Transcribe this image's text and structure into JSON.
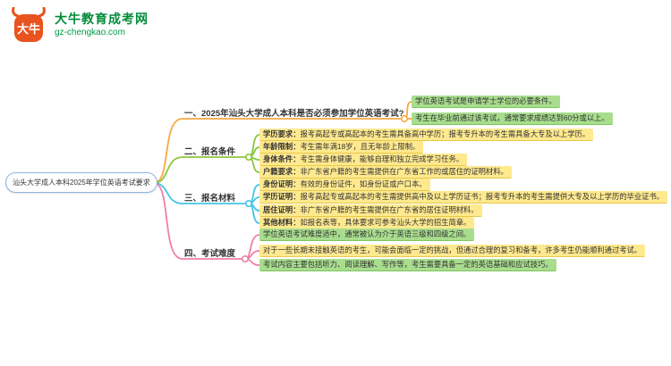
{
  "logo": {
    "mark_text": "大牛",
    "site_name": "大牛教育成考网",
    "site_domain": "gz-chengkao.com"
  },
  "central": {
    "text": "汕头大学成人本科2025年学位英语考试要求"
  },
  "colors": {
    "branch1": "#f7a941",
    "branch2": "#8cc63e",
    "branch3": "#45c5e5",
    "branch4": "#f07fa8",
    "highlight_green": "#a9dd8e",
    "highlight_yellow": "#ffe98f",
    "brand_green": "#008c3a",
    "brand_red": "#e8531e"
  },
  "branches": [
    {
      "label": "一、2025年汕头大学成人本科是否必须参加学位英语考试?",
      "items": [
        {
          "label": "",
          "text": "学位英语考试是申请学士学位的必要条件。",
          "highlight": "green"
        },
        {
          "label": "",
          "text": "考生在毕业前通过该考试，通常要求成绩达到60分或以上。",
          "highlight": "green"
        }
      ]
    },
    {
      "label": "二、报名条件",
      "items": [
        {
          "label": "学历要求：",
          "text": "报考高起专或高起本的考生需具备高中学历；报考专升本的考生需具备大专及以上学历。",
          "highlight": "yellow"
        },
        {
          "label": "年龄限制：",
          "text": "考生需年满18岁，且无年龄上限制。",
          "highlight": "yellow"
        },
        {
          "label": "身体条件：",
          "text": "考生需身体健康，能够自理和独立完成学习任务。",
          "highlight": "yellow"
        },
        {
          "label": "户籍要求：",
          "text": "非广东省户籍的考生需提供在广东省工作的或居住的证明材料。",
          "highlight": "yellow"
        }
      ]
    },
    {
      "label": "三、报名材料",
      "items": [
        {
          "label": "身份证明：",
          "text": "有效的身份证件，如身份证或户口本。",
          "highlight": "yellow"
        },
        {
          "label": "学历证明：",
          "text": "报考高起专或高起本的考生需提供高中及以上学历证书；报考专升本的考生需提供大专及以上学历的毕业证书。",
          "highlight": "yellow"
        },
        {
          "label": "居住证明：",
          "text": "非广东省户籍的考生需提供在广东省的居住证明材料。",
          "highlight": "yellow"
        },
        {
          "label": "其他材料：",
          "text": "如报名表等，具体要求可参考汕头大学的招生简章。",
          "highlight": "yellow"
        }
      ]
    },
    {
      "label": "四、考试难度",
      "items": [
        {
          "label": "",
          "text": "学位英语考试难度适中，通常被认为介于英语三级和四级之间。",
          "highlight": "green"
        },
        {
          "label": "",
          "text": "对于一些长期未接触英语的考生，可能会面临一定的挑战，但通过合理的复习和备考，许多考生仍能顺利通过考试。",
          "highlight": "yellow"
        },
        {
          "label": "",
          "text": "考试内容主要包括听力、阅读理解、写作等，考生需要具备一定的英语基础和应试技巧。",
          "highlight": "green"
        }
      ]
    }
  ]
}
